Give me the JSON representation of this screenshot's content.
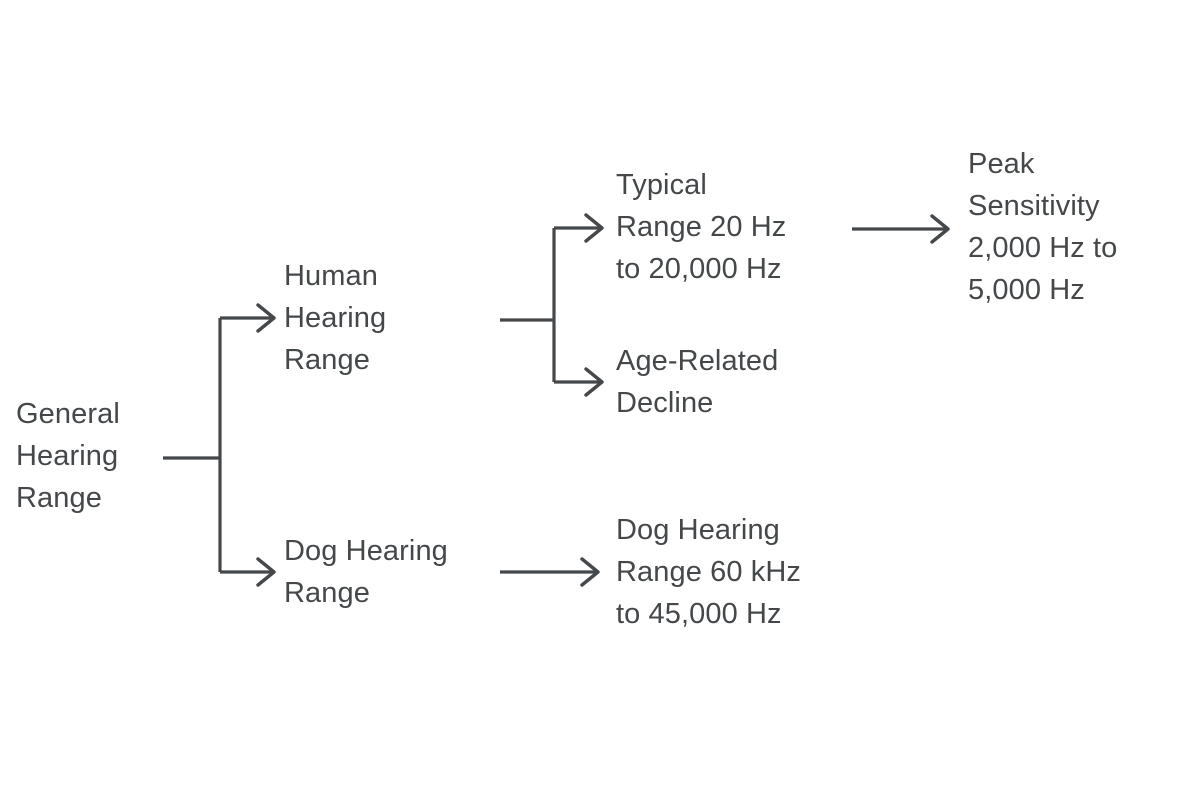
{
  "diagram": {
    "type": "tree-flowchart",
    "background_color": "#ffffff",
    "text_color": "#45484a",
    "line_color": "#45484a",
    "nodes": [
      {
        "id": "root",
        "label": "General\nHearing\nRange",
        "level": 0
      },
      {
        "id": "human",
        "label": "Human\nHearing\nRange",
        "level": 1
      },
      {
        "id": "dog",
        "label": "Dog Hearing\nRange",
        "level": 1
      },
      {
        "id": "typical",
        "label": "Typical\nRange 20 Hz\nto 20,000 Hz",
        "level": 2
      },
      {
        "id": "age",
        "label": "Age-Related\nDecline",
        "level": 2
      },
      {
        "id": "dograngevalue",
        "label": "Dog Hearing\nRange 60 kHz\nto 45,000 Hz",
        "level": 2
      },
      {
        "id": "peak",
        "label": "Peak\nSensitivity\n2,000 Hz to\n5,000 Hz",
        "level": 3
      }
    ],
    "edges": [
      {
        "from": "root",
        "to": "human",
        "style": "elbow-arrow"
      },
      {
        "from": "root",
        "to": "dog",
        "style": "elbow-arrow"
      },
      {
        "from": "human",
        "to": "typical",
        "style": "elbow-arrow"
      },
      {
        "from": "human",
        "to": "age",
        "style": "elbow-arrow"
      },
      {
        "from": "dog",
        "to": "dograngevalue",
        "style": "straight-arrow"
      },
      {
        "from": "typical",
        "to": "peak",
        "style": "straight-arrow"
      }
    ]
  }
}
